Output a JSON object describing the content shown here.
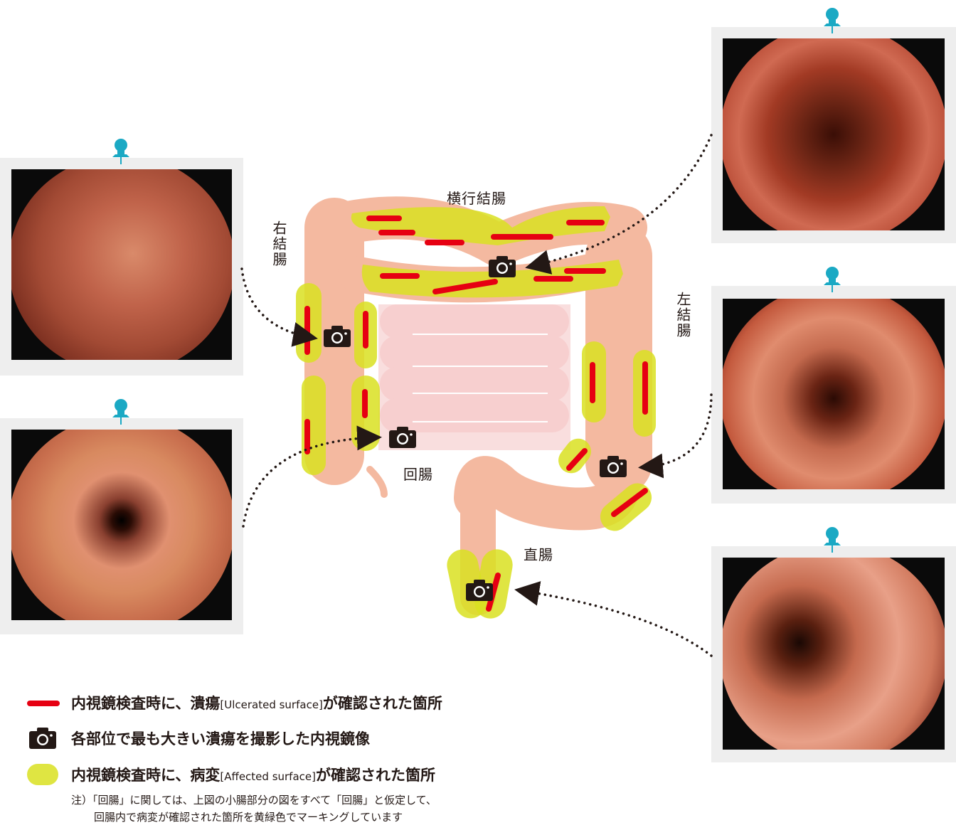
{
  "labels": {
    "transverse_colon": "横行結腸",
    "right_colon": "右結腸",
    "left_colon": "左結腸",
    "ileum": "回腸",
    "rectum": "直腸"
  },
  "legend": {
    "ulcer_prefix": "内視鏡検査時に、潰瘍",
    "ulcer_en": "[Ulcerated surface]",
    "ulcer_suffix": "が確認された箇所",
    "camera_text": "各部位で最も大きい潰瘍を撮影した内視鏡像",
    "affected_prefix": "内視鏡検査時に、病変",
    "affected_en": "[Affected surface]",
    "affected_suffix": "が確認された箇所"
  },
  "note": {
    "line1": "注）「回腸」に関しては、上図の小腸部分の図をすべて「回腸」と仮定して、",
    "line2": "回腸内で病変が確認された箇所を黄緑色でマーキングしています"
  },
  "colors": {
    "ulcer_red": "#e60012",
    "affected_yellow_green": "#d9e021",
    "colon_pink": "#f4b9a0",
    "small_intestine_pink": "#f9dede",
    "pin_blue": "#1ba9c4",
    "photo_frame": "#eeeeee"
  },
  "icons": {
    "camera": "camera-icon",
    "pin": "pushpin-icon",
    "arrow": "arrowhead-icon"
  },
  "photos": [
    {
      "region": "右結腸"
    },
    {
      "region": "回腸"
    },
    {
      "region": "横行結腸"
    },
    {
      "region": "左結腸"
    },
    {
      "region": "直腸"
    }
  ]
}
